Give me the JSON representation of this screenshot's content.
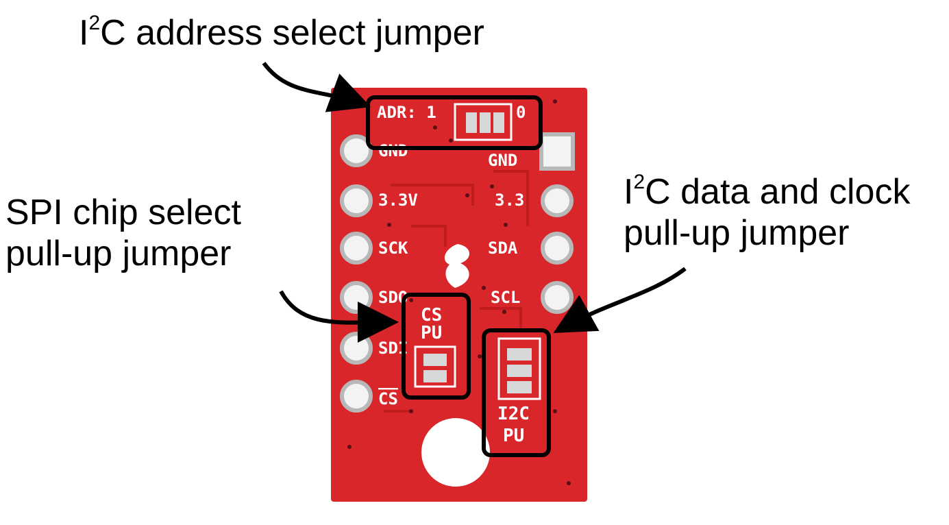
{
  "callouts": {
    "address": {
      "prefix": "I",
      "sup": "2",
      "rest": "C address select jumper"
    },
    "spi": {
      "line1": "SPI chip select",
      "line2": "pull-up jumper"
    },
    "i2c_pullup": {
      "prefix": "I",
      "sup": "2",
      "rest": "C data and clock",
      "line2": "pull-up jumper"
    }
  },
  "board": {
    "color": "#d9262a",
    "adr_label": "ADR: 1",
    "adr_zero": "0",
    "left_pins": [
      "GND",
      "3.3V",
      "SCK",
      "SDO",
      "SDI",
      "CS"
    ],
    "right_pins": [
      "GND",
      "3.3",
      "SDA",
      "SCL"
    ],
    "cs_jumper": {
      "line1": "CS",
      "line2": "PU"
    },
    "i2c_jumper": {
      "line1": "I2C",
      "line2": "PU"
    }
  }
}
